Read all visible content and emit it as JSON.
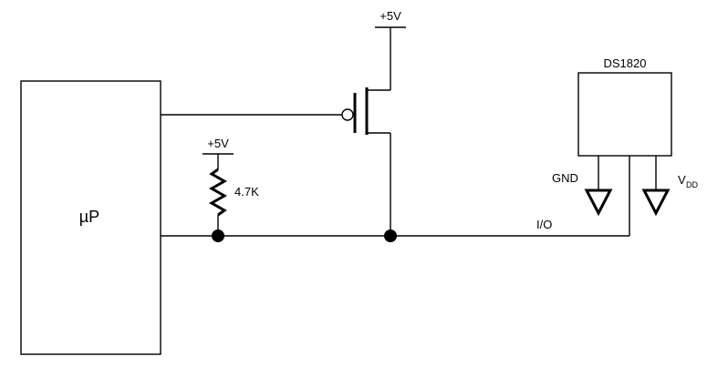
{
  "microprocessor": {
    "label": "µP"
  },
  "power": {
    "mosfet_supply": "+5V",
    "pullup_supply": "+5V"
  },
  "pullup_resistor": {
    "value": "4.7K"
  },
  "sensor": {
    "part_name": "DS1820",
    "gnd_label": "GND",
    "vdd_label": "V",
    "vdd_subscript": "DD"
  },
  "bus": {
    "io_label": "I/O"
  }
}
